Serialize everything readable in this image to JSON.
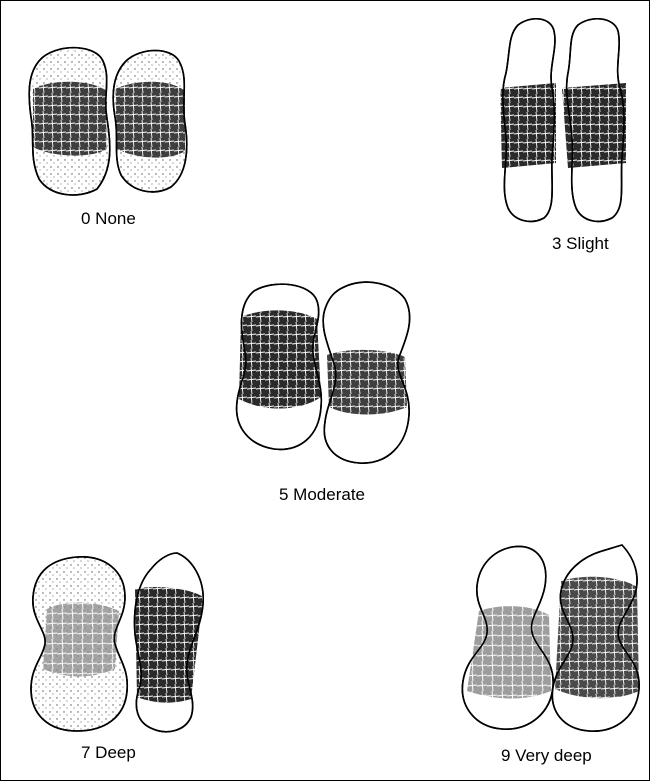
{
  "figure": {
    "items": [
      {
        "label": "0 None"
      },
      {
        "label": "3 Slight"
      },
      {
        "label": "5 Moderate"
      },
      {
        "label": "7 Deep"
      },
      {
        "label": "9 Very deep"
      }
    ]
  },
  "colors": {
    "ink": "#000000",
    "paper": "#ffffff"
  }
}
